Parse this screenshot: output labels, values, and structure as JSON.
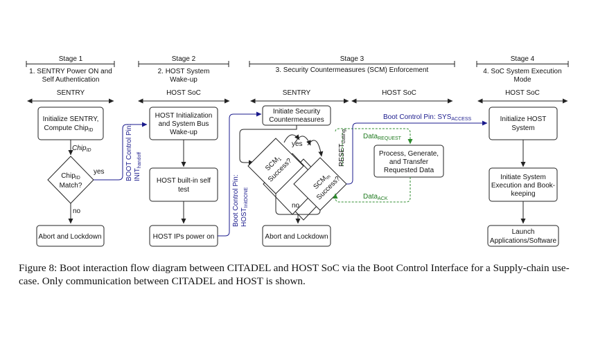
{
  "stages": [
    {
      "label": "Stage 1",
      "title": [
        "1. SENTRY Power ON and",
        "Self Authentication"
      ],
      "actor": "SENTRY"
    },
    {
      "label": "Stage 2",
      "title": [
        "2. HOST System",
        "Wake-up"
      ],
      "actor": "HOST SoC"
    },
    {
      "label": "Stage 3",
      "title": [
        "3. Security Countermeasures (SCM) Enforcement"
      ],
      "actors": [
        "SENTRY",
        "HOST SoC"
      ]
    },
    {
      "label": "Stage 4",
      "title": [
        "4. SoC System Execution",
        "Mode"
      ],
      "actor": "HOST SoC"
    }
  ],
  "nodes": {
    "init_sentry": [
      "Initialize SENTRY,",
      "Compute Chip"
    ],
    "init_sentry_sub": "ID",
    "chip_id_edge": "Chip",
    "chip_id_edge_sub": "ID",
    "match": [
      "Chip",
      "Match?"
    ],
    "match_sub": "ID",
    "yes": "yes",
    "no": "no",
    "abort": "Abort and Lockdown",
    "host_init": [
      "HOST Initialization",
      "and System Bus",
      "Wake-up"
    ],
    "host_bist": [
      "HOST built-in self",
      "test"
    ],
    "host_ips": "HOST IPs power on",
    "init_scm": [
      "Initiate Security",
      "Countermeasures"
    ],
    "scm1": [
      "SCM",
      "Success?"
    ],
    "scm1_sub": "1",
    "scmm": [
      "SCM",
      "Success?"
    ],
    "scmm_sub": "m",
    "process": [
      "Process, Generate,",
      "and Transfer",
      "Requested Data"
    ],
    "init_host": [
      "Initialize HOST",
      "System"
    ],
    "init_exec": [
      "Initiate System",
      "Execution and Book-",
      "keeping"
    ],
    "launch": [
      "Launch",
      "Applications/Software"
    ]
  },
  "signals": {
    "boot_pin_init": "BOOT Control Pin:",
    "init_handoff": "INIT",
    "init_handoff_sub": "handoff",
    "boot_pin_host": "Boot Control Pin:",
    "host_initdone": "HOST",
    "host_initdone_sub": "InitDONE",
    "reset_gating": "RESET",
    "reset_gating_sub": "Gating",
    "sys_access": "Boot Control Pin: SYS",
    "sys_access_sub": "ACCESS",
    "data_request": "Data",
    "data_request_sub": "REQUEST",
    "data_ack": "Data",
    "data_ack_sub": "ACK"
  },
  "colors": {
    "control": "#1a1a8c",
    "data": "#2e8b2e",
    "line": "#222222"
  },
  "caption": "Figure 8: Boot interaction flow diagram between CITADEL and HOST SoC via the Boot Control Interface for a Supply-chain use-case. Only communication between CITADEL and HOST is shown."
}
